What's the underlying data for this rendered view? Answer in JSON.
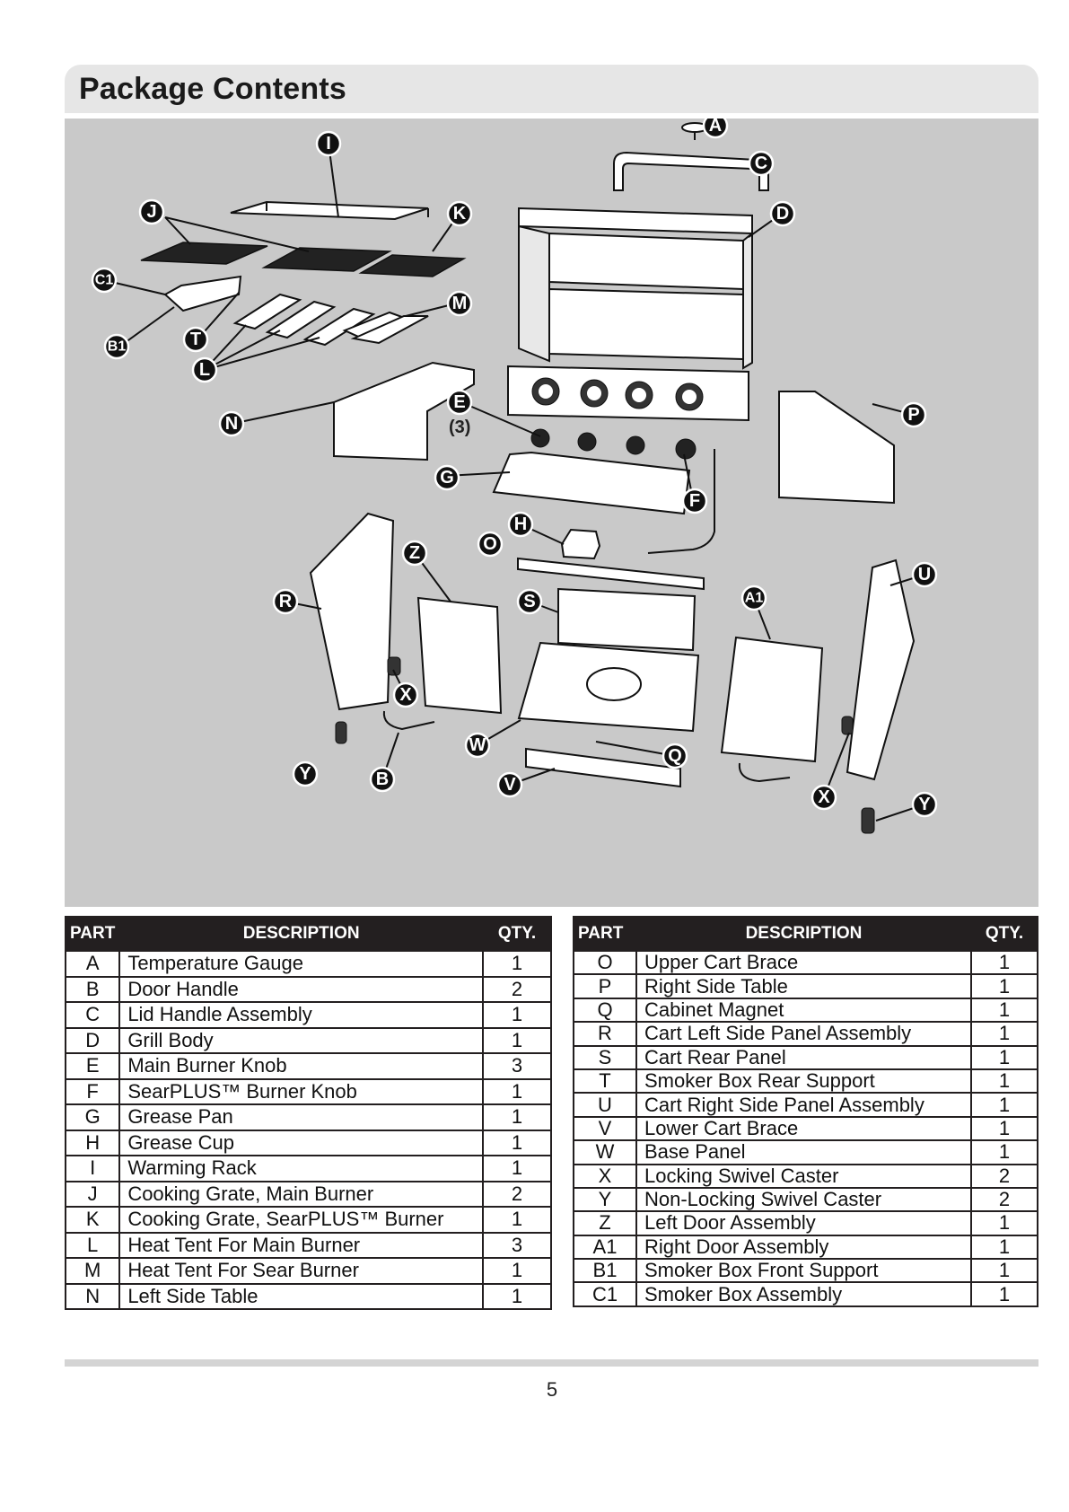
{
  "header": {
    "title": "Package Contents"
  },
  "diagram": {
    "callouts": {
      "A": "A",
      "B": "B",
      "C": "C",
      "D": "D",
      "E": "E",
      "E_qty": "(3)",
      "F": "F",
      "G": "G",
      "H": "H",
      "I": "I",
      "J": "J",
      "K": "K",
      "L": "L",
      "M": "M",
      "N": "N",
      "O": "O",
      "P": "P",
      "Q": "Q",
      "R": "R",
      "S": "S",
      "T": "T",
      "U": "U",
      "V": "V",
      "W": "W",
      "X": "X",
      "Y": "Y",
      "Z": "Z",
      "A1": "A1",
      "B1": "B1",
      "C1": "C1"
    }
  },
  "tables": {
    "headers": {
      "part": "PART",
      "description": "DESCRIPTION",
      "qty": "QTY."
    },
    "left": [
      {
        "part": "A",
        "description": "Temperature Gauge",
        "qty": "1"
      },
      {
        "part": "B",
        "description": "Door Handle",
        "qty": "2"
      },
      {
        "part": "C",
        "description": "Lid Handle Assembly",
        "qty": "1"
      },
      {
        "part": "D",
        "description": "Grill Body",
        "qty": "1"
      },
      {
        "part": "E",
        "description": "Main Burner Knob",
        "qty": "3"
      },
      {
        "part": "F",
        "description": "SearPLUS™ Burner Knob",
        "qty": "1"
      },
      {
        "part": "G",
        "description": "Grease Pan",
        "qty": "1"
      },
      {
        "part": "H",
        "description": "Grease Cup",
        "qty": "1"
      },
      {
        "part": "I",
        "description": "Warming Rack",
        "qty": "1"
      },
      {
        "part": "J",
        "description": "Cooking Grate, Main Burner",
        "qty": "2"
      },
      {
        "part": "K",
        "description": "Cooking Grate, SearPLUS™ Burner",
        "qty": "1"
      },
      {
        "part": "L",
        "description": "Heat Tent For Main Burner",
        "qty": "3"
      },
      {
        "part": "M",
        "description": "Heat Tent For Sear Burner",
        "qty": "1"
      },
      {
        "part": "N",
        "description": "Left Side Table",
        "qty": "1"
      }
    ],
    "right": [
      {
        "part": "O",
        "description": "Upper Cart Brace",
        "qty": "1"
      },
      {
        "part": "P",
        "description": "Right Side Table",
        "qty": "1"
      },
      {
        "part": "Q",
        "description": "Cabinet Magnet",
        "qty": "1"
      },
      {
        "part": "R",
        "description": "Cart Left Side Panel Assembly",
        "qty": "1"
      },
      {
        "part": "S",
        "description": "Cart Rear Panel",
        "qty": "1"
      },
      {
        "part": "T",
        "description": "Smoker Box Rear Support",
        "qty": "1"
      },
      {
        "part": "U",
        "description": "Cart Right Side Panel Assembly",
        "qty": "1"
      },
      {
        "part": "V",
        "description": "Lower Cart Brace",
        "qty": "1"
      },
      {
        "part": "W",
        "description": "Base Panel",
        "qty": "1"
      },
      {
        "part": "X",
        "description": "Locking Swivel Caster",
        "qty": "2"
      },
      {
        "part": "Y",
        "description": "Non-Locking Swivel Caster",
        "qty": "2"
      },
      {
        "part": "Z",
        "description": "Left Door Assembly",
        "qty": "1"
      },
      {
        "part": "A1",
        "description": "Right Door Assembly",
        "qty": "1"
      },
      {
        "part": "B1",
        "description": "Smoker Box Front Support",
        "qty": "1"
      },
      {
        "part": "C1",
        "description": "Smoker Box Assembly",
        "qty": "1"
      }
    ]
  },
  "footer": {
    "page_number": "5"
  }
}
